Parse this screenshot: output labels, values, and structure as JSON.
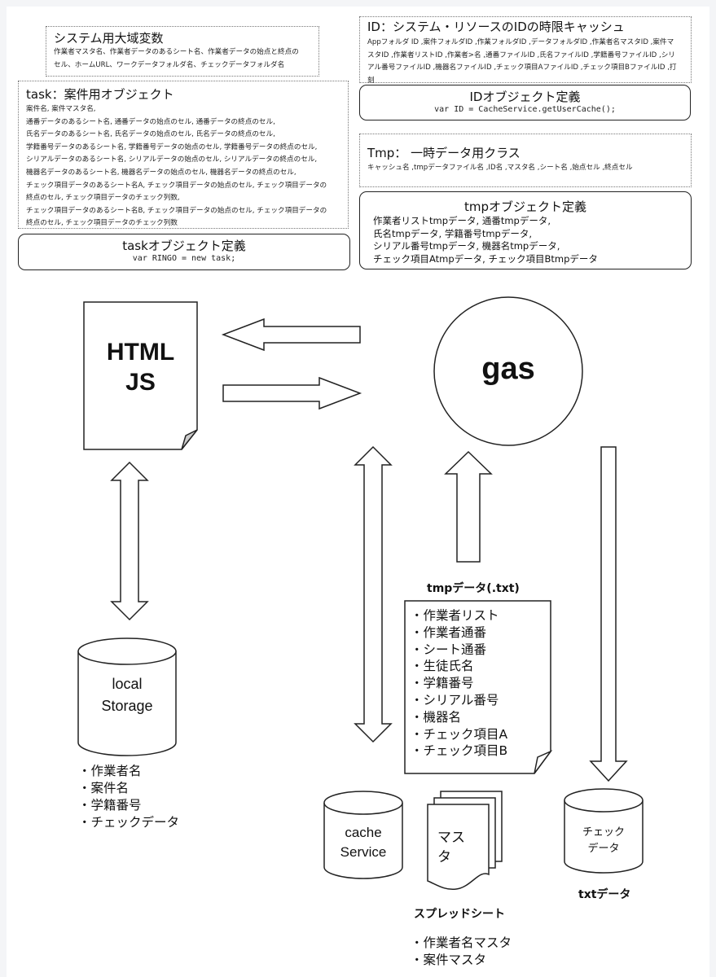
{
  "sysvars": {
    "title": "システム用大域変数",
    "lines": [
      "作業者マスタ名、作業者データのあるシート名、作業者データの始点と終点の",
      "セル、ホームURL、ワークデータフォルダ名、チェックデータフォルダ名"
    ]
  },
  "task": {
    "title": "task：案件用オブジェクト",
    "lines": [
      "案件名, 案件マスタ名,",
      "通番データのあるシート名, 通番データの始点のセル, 通番データの終点のセル,",
      "氏名データのあるシート名, 氏名データの始点のセル, 氏名データの終点のセル,",
      "学籍番号データのあるシート名, 学籍番号データの始点のセル, 学籍番号データの終点のセル,",
      "シリアルデータのあるシート名, シリアルデータの始点のセル, シリアルデータの終点のセル,",
      "機器名データのあるシート名, 機器名データの始点のセル, 機器名データの終点のセル,",
      "チェック項目データのあるシート名A, チェック項目データの始点のセル, チェック項目データの",
      "終点のセル, チェック項目データのチェック列数,",
      "チェック項目データのあるシート名B, チェック項目データの始点のセル, チェック項目データの",
      "終点のセル, チェック項目データのチェック列数"
    ]
  },
  "task_def": {
    "title": "taskオブジェクト定義",
    "code": "var RINGO = new task;"
  },
  "idcache": {
    "title": "ID：システム・リソースのIDの時限キャッシュ",
    "lines": [
      "Appフォルダ ID ,案件フォルダID ,作業フォルダID ,データフォルダID ,作業者名マスタID ,案件マ",
      "スタID ,作業者リストID ,作業者>名 ,通番ファイルID ,氏名ファイルID ,学籍番号ファイルID ,シリ",
      "アル番号ファイルID ,機器名ファイルID ,チェック項目AファイルID ,チェック項目BファイルID ,打",
      "刻"
    ]
  },
  "id_def": {
    "title": "IDオブジェクト定義",
    "code": "var ID = CacheService.getUserCache();"
  },
  "tmpclass": {
    "title": "Tmp： 一時データ用クラス",
    "line": "キャッシュ名 ,tmpデータファイル名 ,ID名 ,マスタ名 ,シート名 ,始点セル ,終点セル"
  },
  "tmp_def": {
    "title": "tmpオブジェクト定義",
    "lines": [
      "作業者リストtmpデータ, 通番tmpデータ,",
      "氏名tmpデータ, 学籍番号tmpデータ,",
      "シリアル番号tmpデータ, 機器名tmpデータ,",
      "チェック項目Atmpデータ, チェック項目Btmpデータ"
    ]
  },
  "html_doc": {
    "line1": "HTML",
    "line2": "JS"
  },
  "gas": {
    "label": "gas"
  },
  "local_storage": {
    "line1": "local",
    "line2": "Storage",
    "items": [
      "・作業者名",
      "・案件名",
      "・学籍番号",
      "・チェックデータ"
    ]
  },
  "tmp_data": {
    "heading": "tmpデータ(.txt)",
    "items": [
      "・作業者リスト",
      "・作業者通番",
      "・シート通番",
      "・生徒氏名",
      "・学籍番号",
      "・シリアル番号",
      "・機器名",
      "・チェック項目A",
      "・チェック項目B"
    ]
  },
  "cache_service": {
    "line1": "cache",
    "line2": "Service"
  },
  "spreadsheet": {
    "line1": "マス",
    "line2": "タ",
    "heading": "スプレッドシート",
    "items": [
      "・作業者名マスタ",
      "・案件マスタ"
    ]
  },
  "check_data": {
    "line1": "チェック",
    "line2": "データ",
    "heading": "txtデータ"
  },
  "colors": {
    "ink": "#111111",
    "outline": "#222222",
    "fold": "#cccccc",
    "page": "#ffffff",
    "backdrop": "#f4f5f7"
  }
}
